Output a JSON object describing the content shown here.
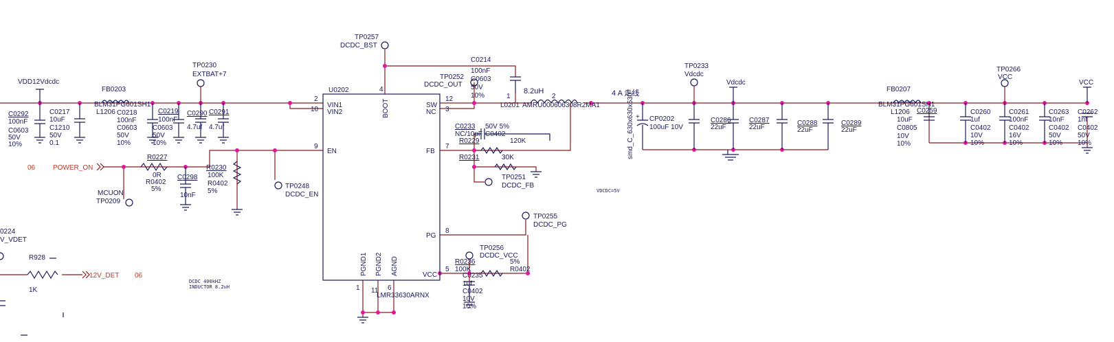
{
  "nets": {
    "vdd12": "VDD12Vdcdc",
    "extbat": "EXTBAT+7",
    "power_on": "POWER_ON",
    "power_on_ref": "06",
    "mcuon": "MCUON",
    "tp0209": "TP0209",
    "vdcdc": "Vdcdc",
    "vcc": "VCC",
    "vdet": "12V_DET",
    "vdet_ref": "06",
    "v_vdet": "V_VDET",
    "ref0224": "0224",
    "vdcdc5v": "VDCDC=5V",
    "note1": "DCDC 400kHZ",
    "note2": "INDUCTOR 8.2uH",
    "trace_note": "4 A 走线"
  },
  "ic": {
    "ref": "U0202",
    "part": "LMR33630ARNX",
    "pins": {
      "vin1": "VIN1",
      "vin2": "VIN2",
      "en": "EN",
      "boot": "BOOT",
      "sw": "SW",
      "nc": "NC",
      "fb": "FB",
      "pg": "PG",
      "vcc": "VCC",
      "pgnd1": "PGND1",
      "pgnd2": "PGND2",
      "agnd": "AGND"
    },
    "pin_nums": {
      "vin1": "2",
      "vin2": "10",
      "en": "9",
      "boot": "4",
      "sw": "12",
      "nc": "3",
      "fb": "7",
      "pg": "8",
      "vcc": "5",
      "pgnd1": "1",
      "pgnd2": "11",
      "agnd": "6"
    }
  },
  "testpoints": {
    "tp0257": {
      "ref": "TP0257",
      "net": "DCDC_BST"
    },
    "tp0230": {
      "ref": "TP0230",
      "net": "EXTBAT+7"
    },
    "tp0252": {
      "ref": "TP0252",
      "net": "DCDC_OUT"
    },
    "tp0248": {
      "ref": "TP0248",
      "net": "DCDC_EN"
    },
    "tp0251": {
      "ref": "TP0251",
      "net": "DCDC_FB"
    },
    "tp0255": {
      "ref": "TP0255",
      "net": "DCDC_PG"
    },
    "tp0256": {
      "ref": "TP0256",
      "net": "DCDC_VCC"
    },
    "tp0233": {
      "ref": "TP0233",
      "net": "Vdcdc"
    },
    "tp0266": {
      "ref": "TP0266",
      "net": "VCC"
    }
  },
  "parts": {
    "c0292": [
      "C0292",
      "100nF",
      "C0603",
      "50V",
      "10%"
    ],
    "c0217": [
      "C0217",
      "10uF",
      "C1210",
      "50V",
      "0.1"
    ],
    "fb0203": [
      "FB0203",
      "BLM31PG601SH1",
      "L1206"
    ],
    "c0218": [
      "C0218",
      "100nF",
      "C0603",
      "50V",
      "10%"
    ],
    "c0219": [
      "C0219",
      "100nF",
      "C0603",
      "50V",
      "10%"
    ],
    "c0290": [
      "C0290",
      "4.7uf"
    ],
    "c0291": [
      "C0291",
      "4.7uf"
    ],
    "r0227": [
      "R0227",
      "0R",
      "R0402",
      "5%"
    ],
    "c0298": [
      "C0298",
      "10nF"
    ],
    "r0230": [
      "R0230",
      "100K",
      "R0402",
      "5%"
    ],
    "c0214": [
      "C0214",
      "100nF",
      "C0603",
      "50V",
      "10%"
    ],
    "l0201": [
      "8.2uH",
      "L0201",
      "AMRU000606308R2MA1"
    ],
    "c0233": [
      "C0233",
      "NC/10pF",
      "50V 5%",
      "C0402"
    ],
    "r0229": [
      "R0229",
      "120K"
    ],
    "r0231": [
      "R0231",
      "30K"
    ],
    "r0236": [
      "R0236",
      "100K",
      "5%",
      "R0402"
    ],
    "c0235": [
      "C0235",
      "1uf",
      "C0402",
      "10V",
      "10%"
    ],
    "cp0202": [
      "CP0202",
      "100uF 10V",
      "smd_C_630x630x530"
    ],
    "c0286": [
      "C0286",
      "22uF"
    ],
    "c0287": [
      "C0287",
      "22uF"
    ],
    "c0288": [
      "C0288",
      "22uF"
    ],
    "c0289": [
      "C0289",
      "22uF"
    ],
    "fb0207": [
      "FB0207",
      "BLM31PG601SH1",
      "L1206"
    ],
    "c0259": [
      "C0259",
      "10uF",
      "C0805",
      "10V",
      "10%"
    ],
    "c0260": [
      "C0260",
      "1uf",
      "C0402",
      "10V",
      "10%"
    ],
    "c0261": [
      "C0261",
      "100nF",
      "C0402",
      "16V",
      "10%"
    ],
    "c0263": [
      "C0263",
      "10nF",
      "C0402",
      "50V",
      "10%"
    ],
    "c0262": [
      "C0262",
      "1nf",
      "C0402",
      "50V",
      "10%"
    ],
    "r928": [
      "R928",
      "1K"
    ]
  }
}
